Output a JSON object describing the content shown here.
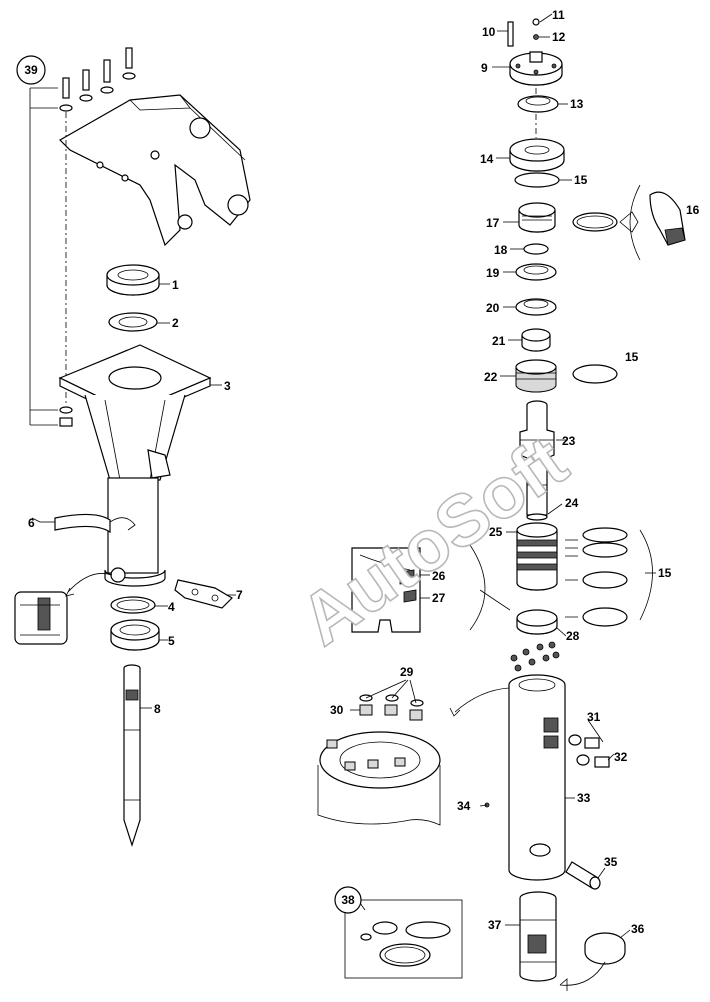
{
  "watermark": "AutoSoft",
  "callouts": [
    "1",
    "2",
    "3",
    "4",
    "5",
    "6",
    "7",
    "8",
    "9",
    "10",
    "11",
    "12",
    "13",
    "14",
    "15",
    "16",
    "17",
    "18",
    "19",
    "20",
    "21",
    "22",
    "23",
    "24",
    "25",
    "26",
    "27",
    "28",
    "29",
    "30",
    "31",
    "32",
    "33",
    "34",
    "35",
    "36",
    "37",
    "38",
    "39"
  ],
  "circled_callouts": [
    "39",
    "38"
  ]
}
